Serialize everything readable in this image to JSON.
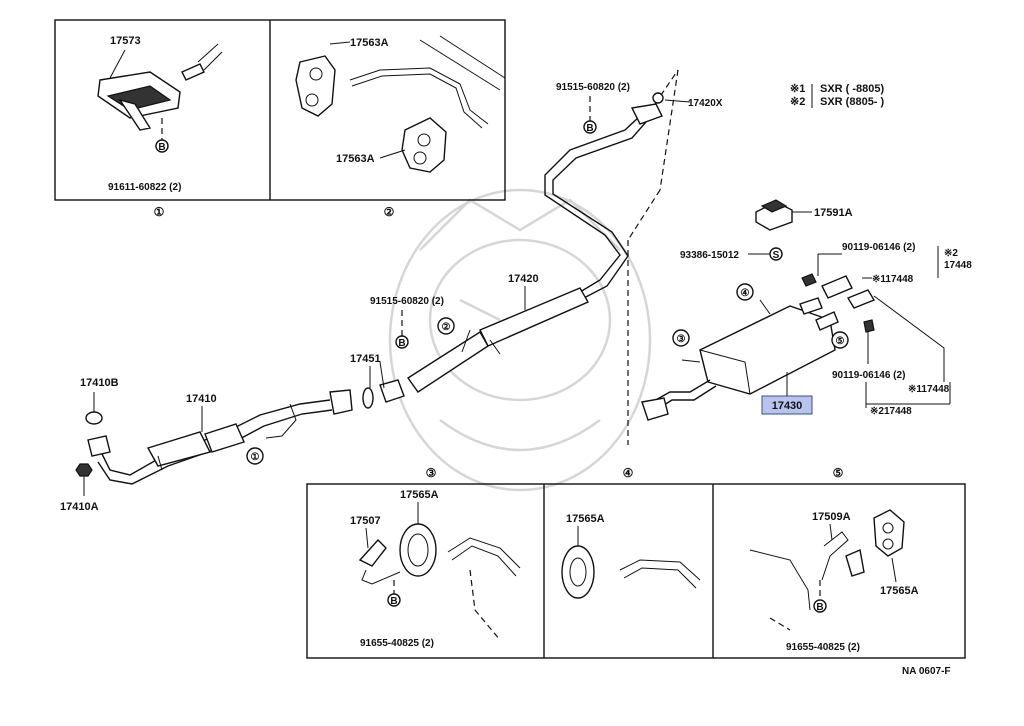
{
  "diagram": {
    "legend": {
      "row1_mark": "※1",
      "row1_text": "SXR (   -8805)",
      "row2_mark": "※2",
      "row2_text": "SXR (8805-     )"
    },
    "box_numbers": [
      "①",
      "②",
      "③",
      "④",
      "⑤"
    ],
    "labels": {
      "p17573": "17573",
      "p91611": "91611-60822 (2)",
      "p17563a_top": "17563A",
      "p17563a_bot": "17563A",
      "p91515_top": "91515-60820 (2)",
      "p17420x": "17420X",
      "p17591a": "17591A",
      "p93386": "93386-15012",
      "p90119_top": "90119-06146 (2)",
      "p117448_top": "※117448",
      "p2": "※2",
      "p17448": "17448",
      "p17420": "17420",
      "p91515_mid": "91515-60820 (2)",
      "p17451": "17451",
      "p17410b": "17410B",
      "p17410": "17410",
      "p17410a": "17410A",
      "p17430": "17430",
      "p90119_bot": "90119-06146 (2)",
      "p117448_bot": "※117448",
      "p217448": "※217448",
      "p17565a_3": "17565A",
      "p17507": "17507",
      "p91655_3": "91655-40825 (2)",
      "p17565a_4": "17565A",
      "p17509a": "17509A",
      "p17565a_5": "17565A",
      "p91655_5": "91655-40825 (2)",
      "ref": "NA 0607-F"
    },
    "callouts": {
      "c1_mid": "①",
      "c2_mid": "②",
      "c3_mid": "③",
      "c4_mid": "④",
      "c5_mid": "⑤",
      "b": "B",
      "s": "S"
    }
  }
}
